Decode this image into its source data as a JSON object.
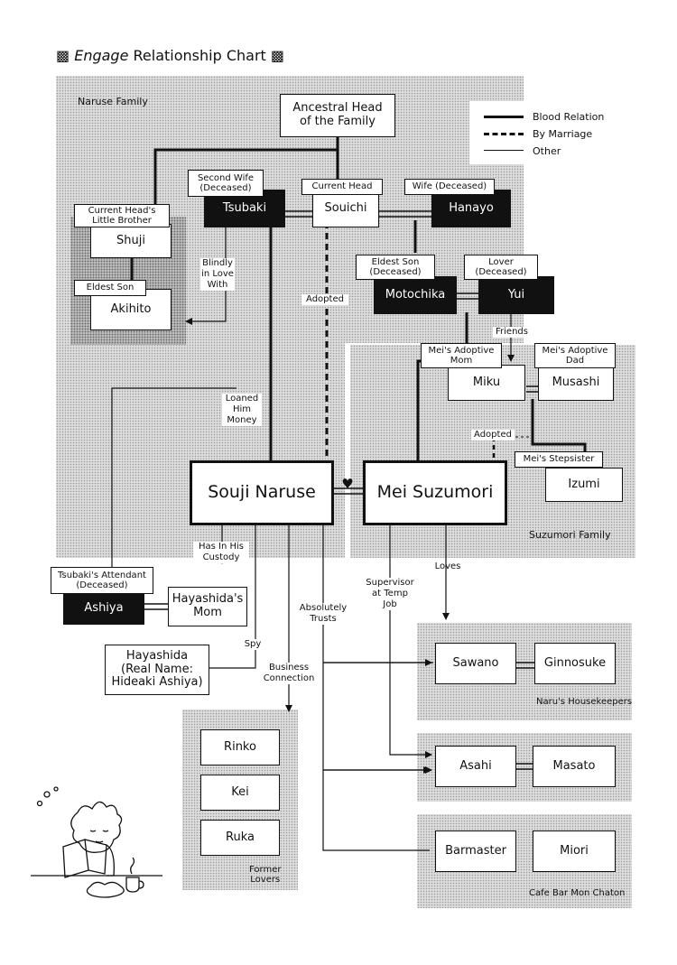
{
  "title": {
    "icon_left": "▩",
    "italic": "Engage",
    "rest": "Relationship Chart",
    "icon_right": "▩"
  },
  "legend": {
    "blood": "Blood Relation",
    "marriage": "By Marriage",
    "other": "Other"
  },
  "groups": {
    "naruse": "Naruse Family",
    "suzumori": "Suzumori Family",
    "housekeepers": "Naru's Housekeepers",
    "cafe": "Cafe Bar Mon Chaton",
    "former": "Former\nLovers"
  },
  "people": {
    "ancestral": "Ancestral Head\nof the Family",
    "tsubaki": "Tsubaki",
    "souichi": "Souichi",
    "hanayo": "Hanayo",
    "shuji": "Shuji",
    "akihito": "Akihito",
    "motochika": "Motochika",
    "yui": "Yui",
    "miku": "Miku",
    "musashi": "Musashi",
    "izumi": "Izumi",
    "souji": "Souji Naruse",
    "mei": "Mei Suzumori",
    "ashiya": "Ashiya",
    "hayashida_mom": "Hayashida's\nMom",
    "hayashida": "Hayashida\n(Real Name:\nHideaki Ashiya)",
    "sawano": "Sawano",
    "ginnosuke": "Ginnosuke",
    "asahi": "Asahi",
    "masato": "Masato",
    "barmaster": "Barmaster",
    "miori": "Miori",
    "rinko": "Rinko",
    "kei": "Kei",
    "ruka": "Ruka"
  },
  "tags": {
    "tsubaki": "Second Wife\n(Deceased)",
    "souichi": "Current Head",
    "hanayo": "Wife (Deceased)",
    "shuji": "Current Head's\nLittle Brother",
    "akihito": "Eldest Son",
    "motochika": "Eldest Son\n(Deceased)",
    "yui": "Lover\n(Deceased)",
    "miku": "Mei's Adoptive\nMom",
    "musashi": "Mei's Adoptive\nDad",
    "izumi": "Mei's Stepsister",
    "ashiya": "Tsubaki's Attendant\n(Deceased)"
  },
  "notes": {
    "blindly": "Blindly\nin Love\nWith",
    "adopted1": "Adopted",
    "friends": "Friends",
    "adopted2": "Adopted",
    "loaned": "Loaned\nHim\nMoney",
    "custody": "Has In His\nCustody",
    "spy": "Spy",
    "trusts": "Absolutely\nTrusts",
    "business": "Business\nConnection",
    "supervisor": "Supervisor\nat Temp\nJob",
    "loves": "Loves",
    "heart": "♥"
  }
}
